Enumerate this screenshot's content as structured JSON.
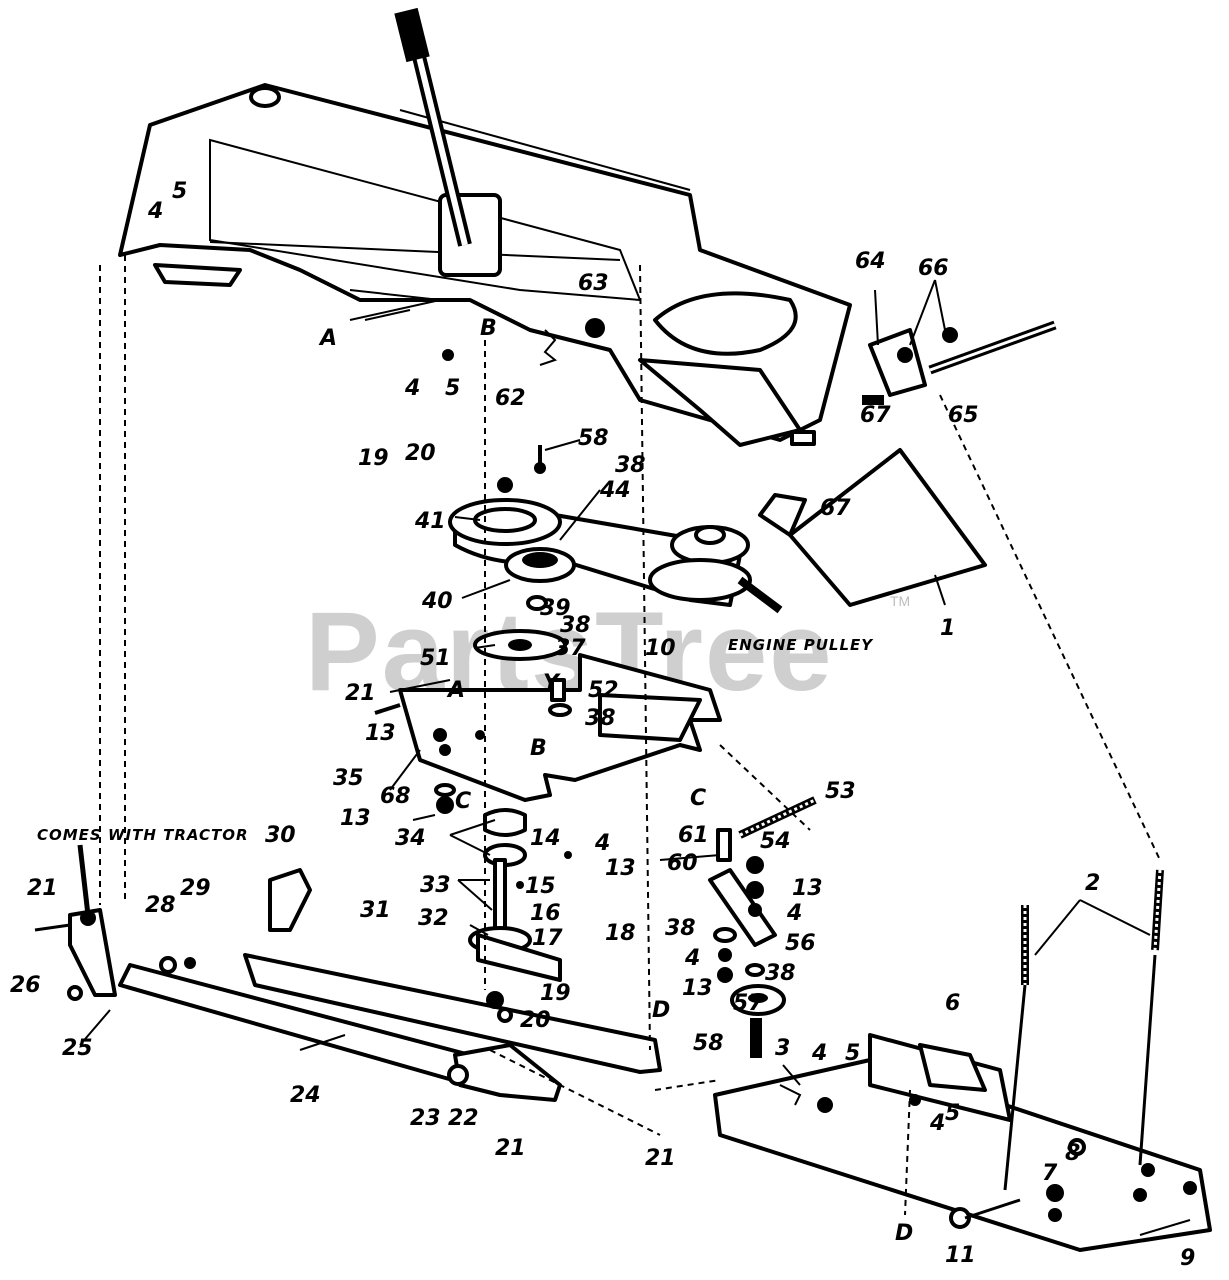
{
  "diagram": {
    "watermark": "PartsTree",
    "trademark": "TM",
    "captions": {
      "engine_pulley": "ENGINE PULLEY",
      "comes_with_tractor": "COMES WITH TRACTOR"
    },
    "callouts": [
      {
        "id": "c1",
        "text": "1"
      },
      {
        "id": "c2",
        "text": "2"
      },
      {
        "id": "c3",
        "text": "3"
      },
      {
        "id": "c4a",
        "text": "4"
      },
      {
        "id": "c4b",
        "text": "4"
      },
      {
        "id": "c4c",
        "text": "4"
      },
      {
        "id": "c4d",
        "text": "4"
      },
      {
        "id": "c4e",
        "text": "4"
      },
      {
        "id": "c4f",
        "text": "4"
      },
      {
        "id": "c4g",
        "text": "4"
      },
      {
        "id": "c5a",
        "text": "5"
      },
      {
        "id": "c5b",
        "text": "5"
      },
      {
        "id": "c5c",
        "text": "5"
      },
      {
        "id": "c5d",
        "text": "5"
      },
      {
        "id": "c6",
        "text": "6"
      },
      {
        "id": "c7",
        "text": "7"
      },
      {
        "id": "c8",
        "text": "8"
      },
      {
        "id": "c9",
        "text": "9"
      },
      {
        "id": "c10",
        "text": "10"
      },
      {
        "id": "c11",
        "text": "11"
      },
      {
        "id": "c13a",
        "text": "13"
      },
      {
        "id": "c13b",
        "text": "13"
      },
      {
        "id": "c13c",
        "text": "13"
      },
      {
        "id": "c13d",
        "text": "13"
      },
      {
        "id": "c13e",
        "text": "13"
      },
      {
        "id": "c14",
        "text": "14"
      },
      {
        "id": "c15",
        "text": "15"
      },
      {
        "id": "c16",
        "text": "16"
      },
      {
        "id": "c17",
        "text": "17"
      },
      {
        "id": "c18",
        "text": "18"
      },
      {
        "id": "c19a",
        "text": "19"
      },
      {
        "id": "c19b",
        "text": "19"
      },
      {
        "id": "c20a",
        "text": "20"
      },
      {
        "id": "c20b",
        "text": "20"
      },
      {
        "id": "c21a",
        "text": "21"
      },
      {
        "id": "c21b",
        "text": "21"
      },
      {
        "id": "c21c",
        "text": "21"
      },
      {
        "id": "c21d",
        "text": "21"
      },
      {
        "id": "c22",
        "text": "22"
      },
      {
        "id": "c23",
        "text": "23"
      },
      {
        "id": "c24",
        "text": "24"
      },
      {
        "id": "c25",
        "text": "25"
      },
      {
        "id": "c26",
        "text": "26"
      },
      {
        "id": "c28",
        "text": "28"
      },
      {
        "id": "c29",
        "text": "29"
      },
      {
        "id": "c30",
        "text": "30"
      },
      {
        "id": "c31",
        "text": "31"
      },
      {
        "id": "c32",
        "text": "32"
      },
      {
        "id": "c33",
        "text": "33"
      },
      {
        "id": "c34",
        "text": "34"
      },
      {
        "id": "c35",
        "text": "35"
      },
      {
        "id": "c37",
        "text": "37"
      },
      {
        "id": "c38a",
        "text": "38"
      },
      {
        "id": "c38b",
        "text": "38"
      },
      {
        "id": "c38c",
        "text": "38"
      },
      {
        "id": "c38d",
        "text": "38"
      },
      {
        "id": "c38e",
        "text": "38"
      },
      {
        "id": "c39",
        "text": "39"
      },
      {
        "id": "c40",
        "text": "40"
      },
      {
        "id": "c41",
        "text": "41"
      },
      {
        "id": "c44",
        "text": "44"
      },
      {
        "id": "c51",
        "text": "51"
      },
      {
        "id": "c52",
        "text": "52"
      },
      {
        "id": "c53",
        "text": "53"
      },
      {
        "id": "c54",
        "text": "54"
      },
      {
        "id": "c56",
        "text": "56"
      },
      {
        "id": "c57",
        "text": "57"
      },
      {
        "id": "c58a",
        "text": "58"
      },
      {
        "id": "c58b",
        "text": "58"
      },
      {
        "id": "c60",
        "text": "60"
      },
      {
        "id": "c61",
        "text": "61"
      },
      {
        "id": "c62",
        "text": "62"
      },
      {
        "id": "c63",
        "text": "63"
      },
      {
        "id": "c64",
        "text": "64"
      },
      {
        "id": "c65",
        "text": "65"
      },
      {
        "id": "c66",
        "text": "66"
      },
      {
        "id": "c67a",
        "text": "67"
      },
      {
        "id": "c67b",
        "text": "67"
      },
      {
        "id": "c68",
        "text": "68"
      }
    ],
    "reference_letters": [
      {
        "id": "rA1",
        "text": "A"
      },
      {
        "id": "rA2",
        "text": "A"
      },
      {
        "id": "rB1",
        "text": "B"
      },
      {
        "id": "rB2",
        "text": "B"
      },
      {
        "id": "rC1",
        "text": "C"
      },
      {
        "id": "rC2",
        "text": "C"
      },
      {
        "id": "rD1",
        "text": "D"
      },
      {
        "id": "rD2",
        "text": "D"
      },
      {
        "id": "rY",
        "text": "Y"
      }
    ]
  }
}
